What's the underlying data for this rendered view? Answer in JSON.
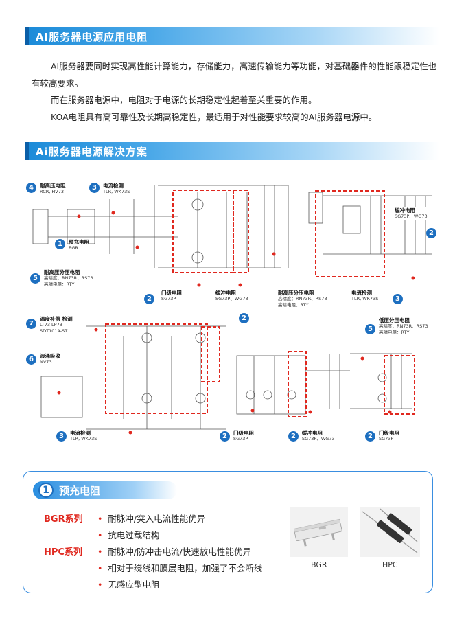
{
  "section1": {
    "title": "AI服务器电源应用电阻"
  },
  "intro": {
    "p1": "AI服务器要同时实现高性能计算能力，存储能力，高速传输能力等功能，对基础器件的性能跟稳定性也有较高要求。",
    "p2": "而在服务器电源中，电阻对于电源的长期稳定性起着至关重要的作用。",
    "p3": "KOA电阻具有高可靠性及长期高稳定性，最适用于对性能要求较高的AI服务器电源中。"
  },
  "section2": {
    "title": "Ai服务器电源解决方案"
  },
  "callouts": {
    "c4a": {
      "num": "4",
      "title": "耐高压电阻",
      "sub": "RCR, HV73"
    },
    "c3a": {
      "num": "3",
      "title": "电流检测",
      "sub": "TLR, WK73S"
    },
    "c1": {
      "num": "1",
      "title": "预充电阻",
      "sub": "BGR"
    },
    "c5a": {
      "num": "5",
      "title": "耐高压分压电阻",
      "sub1": "高精度：RN73R、RS73",
      "sub2": "高精电阻：RTY"
    },
    "c2a": {
      "num": "2",
      "title": "门级电阻",
      "sub": "SG73P"
    },
    "c2b": {
      "num": "2",
      "title": "缓冲电阻",
      "sub": "SG73P、WG73"
    },
    "c5b": {
      "title": "耐高压分压电阻",
      "sub1": "高精度：RN73R、RS73",
      "sub2": "高精电阻：RTY"
    },
    "c3b": {
      "num": "3",
      "title": "电流检测",
      "sub": "TLR, WK73S"
    },
    "c2c": {
      "num": "2",
      "title": "缓冲电阻",
      "sub": "SG73P、WG73"
    },
    "c7": {
      "num": "7",
      "title": "温度补偿 检测",
      "sub": "LT73  LP73",
      "sub2": "SDT101A-ST"
    },
    "c6": {
      "num": "6",
      "title": "浪涌吸收",
      "sub": "NV73"
    },
    "c5c": {
      "num": "5",
      "title": "低压分压电阻",
      "sub1": "高精度：RN73R、RS73",
      "sub2": "高精电阻：RTY"
    },
    "c3c": {
      "num": "3",
      "title": "电流检测",
      "sub": "TLR, WK73S"
    },
    "c2d": {
      "num": "2",
      "title": "门级电阻",
      "sub": "SG73P"
    },
    "c2e": {
      "num": "2",
      "title": "缓冲电阻",
      "sub": "SG73P、WG73"
    },
    "c2f": {
      "num": "2",
      "title": "门级电阻",
      "sub": "SG73P"
    }
  },
  "info": {
    "num": "1",
    "title": "预充电阻",
    "bgr_series": "BGR系列",
    "hpc_series": "HPC系列",
    "features": [
      "耐脉冲/突入电流性能优异",
      "抗电过载结构",
      "耐脉冲/防冲击电流/快速放电性能优异",
      "相对于绕线和膜层电阻，加强了不会断线",
      "无感应型电阻"
    ],
    "cap_bgr": "BGR",
    "cap_hpc": "HPC"
  },
  "colors": {
    "accent": "#1d6fc0",
    "highlight": "#e0281f"
  }
}
